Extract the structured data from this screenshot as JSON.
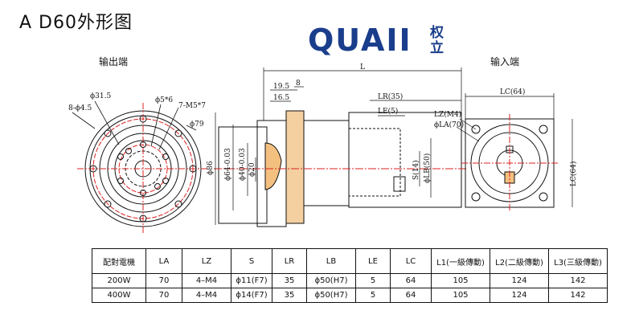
{
  "title": "A D60外形图",
  "logo": {
    "text": "QUAII",
    "cn_top": "权",
    "cn_bottom": "立"
  },
  "labels": {
    "output": "输出端",
    "input": "输入端"
  },
  "dims": {
    "phi31_5": "ϕ31.5",
    "phi5x6": "ϕ5*6",
    "eight_phi4_5": "8-ϕ4.5",
    "m5x7": "7-M5*7",
    "phi79": "ϕ79",
    "d19_5": "19.5",
    "d8": "8",
    "d16_5": "16.5",
    "L": "L",
    "LR35": "LR(35)",
    "LE5": "LE(5)",
    "phi86": "ϕ86",
    "phi64": "ϕ64-0.03",
    "phi40": "ϕ40-0.03",
    "phi20": "ϕ20",
    "S14": "S(14)",
    "LB50": "ϕLB(50)",
    "LC64": "LC(64)",
    "LZM4": "LZ(M4)",
    "LA70": "ϕLA(70)",
    "LC64v": "LC(64)"
  },
  "table": {
    "headers": [
      "配對電機",
      "LA",
      "LZ",
      "S",
      "LR",
      "LB",
      "LE",
      "LC",
      "L1(一級傳動)",
      "L2(二級傳動)",
      "L3(三級傳動)"
    ],
    "rows": [
      [
        "200W",
        "70",
        "4–M4",
        "ϕ11(F7)",
        "35",
        "ϕ50(H7)",
        "5",
        "64",
        "105",
        "124",
        "142"
      ],
      [
        "400W",
        "70",
        "4–M4",
        "ϕ14(F7)",
        "35",
        "ϕ50(H7)",
        "5",
        "64",
        "105",
        "124",
        "142"
      ]
    ]
  }
}
